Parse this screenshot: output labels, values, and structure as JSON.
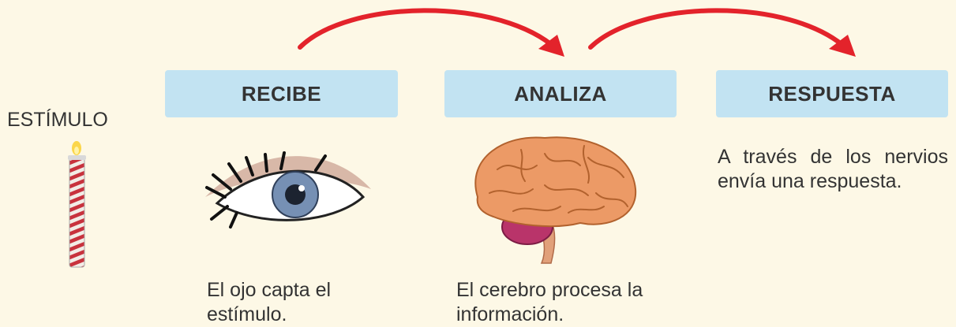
{
  "diagram": {
    "stimulus_label": "ESTÍMULO",
    "steps": [
      {
        "title": "RECIBE",
        "caption": "El ojo capta el estímulo."
      },
      {
        "title": "ANALIZA",
        "caption": "El cerebro procesa la información."
      },
      {
        "title": "RESPUESTA",
        "caption": "A través de los nervios envía una respuesta."
      }
    ]
  },
  "icons": [
    "candle-icon",
    "eye-icon",
    "brain-icon",
    "arrow-icon"
  ],
  "colors": {
    "background": "#fdf8e6",
    "box_fill": "#c2e3f2",
    "arrow": "#e3232b",
    "text": "#333333"
  }
}
